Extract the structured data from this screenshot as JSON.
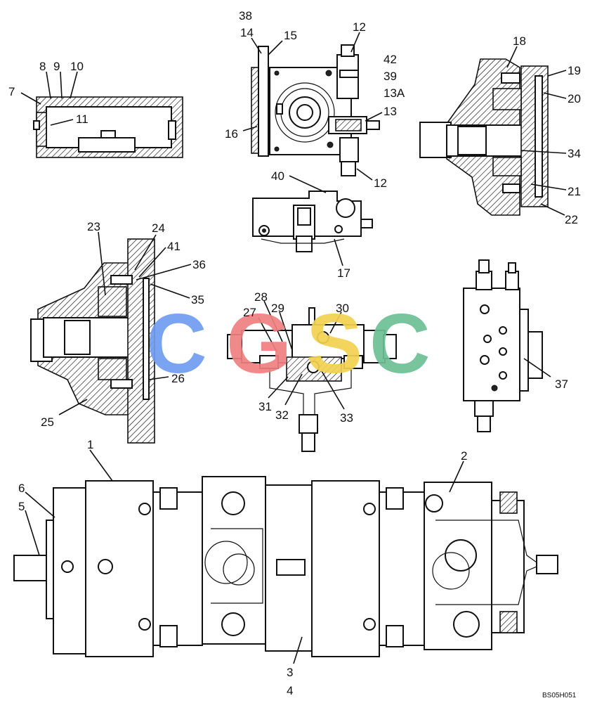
{
  "callouts": {
    "c1": "1",
    "c2": "2",
    "c3": "3",
    "c4": "4",
    "c5": "5",
    "c6": "6",
    "c7": "7",
    "c8": "8",
    "c9": "9",
    "c10": "10",
    "c11": "11",
    "c12a": "12",
    "c12b": "12",
    "c13": "13",
    "c13a": "13A",
    "c14": "14",
    "c15": "15",
    "c16": "16",
    "c17": "17",
    "c18": "18",
    "c19": "19",
    "c20": "20",
    "c21": "21",
    "c22": "22",
    "c23": "23",
    "c24": "24",
    "c25": "25",
    "c26": "26",
    "c27": "27",
    "c28": "28",
    "c29": "29",
    "c30": "30",
    "c31": "31",
    "c32": "32",
    "c33": "33",
    "c34": "34",
    "c35": "35",
    "c36": "36",
    "c37": "37",
    "c38": "38",
    "c39": "39",
    "c40": "40",
    "c41": "41",
    "c42": "42"
  },
  "drawing_code": "BS05H051",
  "watermark": {
    "letters": [
      "C",
      "G",
      "S",
      "C"
    ],
    "colors": [
      "#6f9cf0",
      "#ef8080",
      "#f3d250",
      "#6cbf95"
    ]
  }
}
